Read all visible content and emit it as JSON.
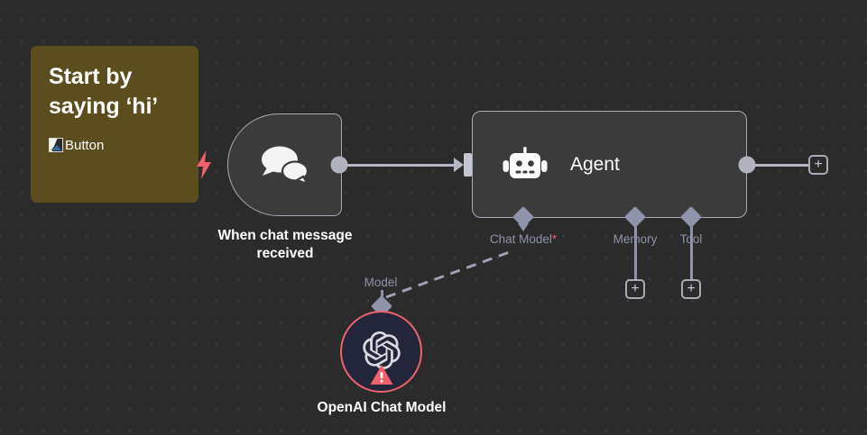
{
  "canvas": {
    "background_color": "#2b2b2b",
    "grid_dot_color": "#4a4a4a"
  },
  "sticky_note": {
    "title": "Start by\nsaying ‘hi’",
    "image_alt": "Button",
    "background_color": "#5b4d1d",
    "text_color": "#ffffff",
    "broken_image_icon": "broken-image-icon"
  },
  "trigger_marker": {
    "icon": "lightning-bolt-icon",
    "color": "#f2616b"
  },
  "nodes": {
    "chat_trigger": {
      "caption": "When chat message\nreceived",
      "icon": "chat-bubbles-icon",
      "fill": "#3b3b3b",
      "border": "#a8abb8"
    },
    "agent": {
      "title": "Agent",
      "icon": "robot-icon",
      "fill": "#3b3b3b",
      "border": "#a8abb8",
      "sub_connectors": [
        {
          "label": "Chat Model",
          "required": true,
          "required_mark": "*",
          "connected": true
        },
        {
          "label": "Memory",
          "required": false,
          "required_mark": "",
          "connected": false
        },
        {
          "label": "Tool",
          "required": false,
          "required_mark": "",
          "connected": false
        }
      ]
    },
    "openai_chat_model": {
      "caption": "OpenAI Chat Model",
      "port_label": "Model",
      "icon": "openai-logo-icon",
      "status_icon": "warning-triangle-icon",
      "fill": "#23263a",
      "border": "#f2616b",
      "warning_color": "#f2616b"
    }
  },
  "buttons": {
    "add_label": "+",
    "agent_output_add": "+",
    "memory_add": "+",
    "tool_add": "+"
  }
}
